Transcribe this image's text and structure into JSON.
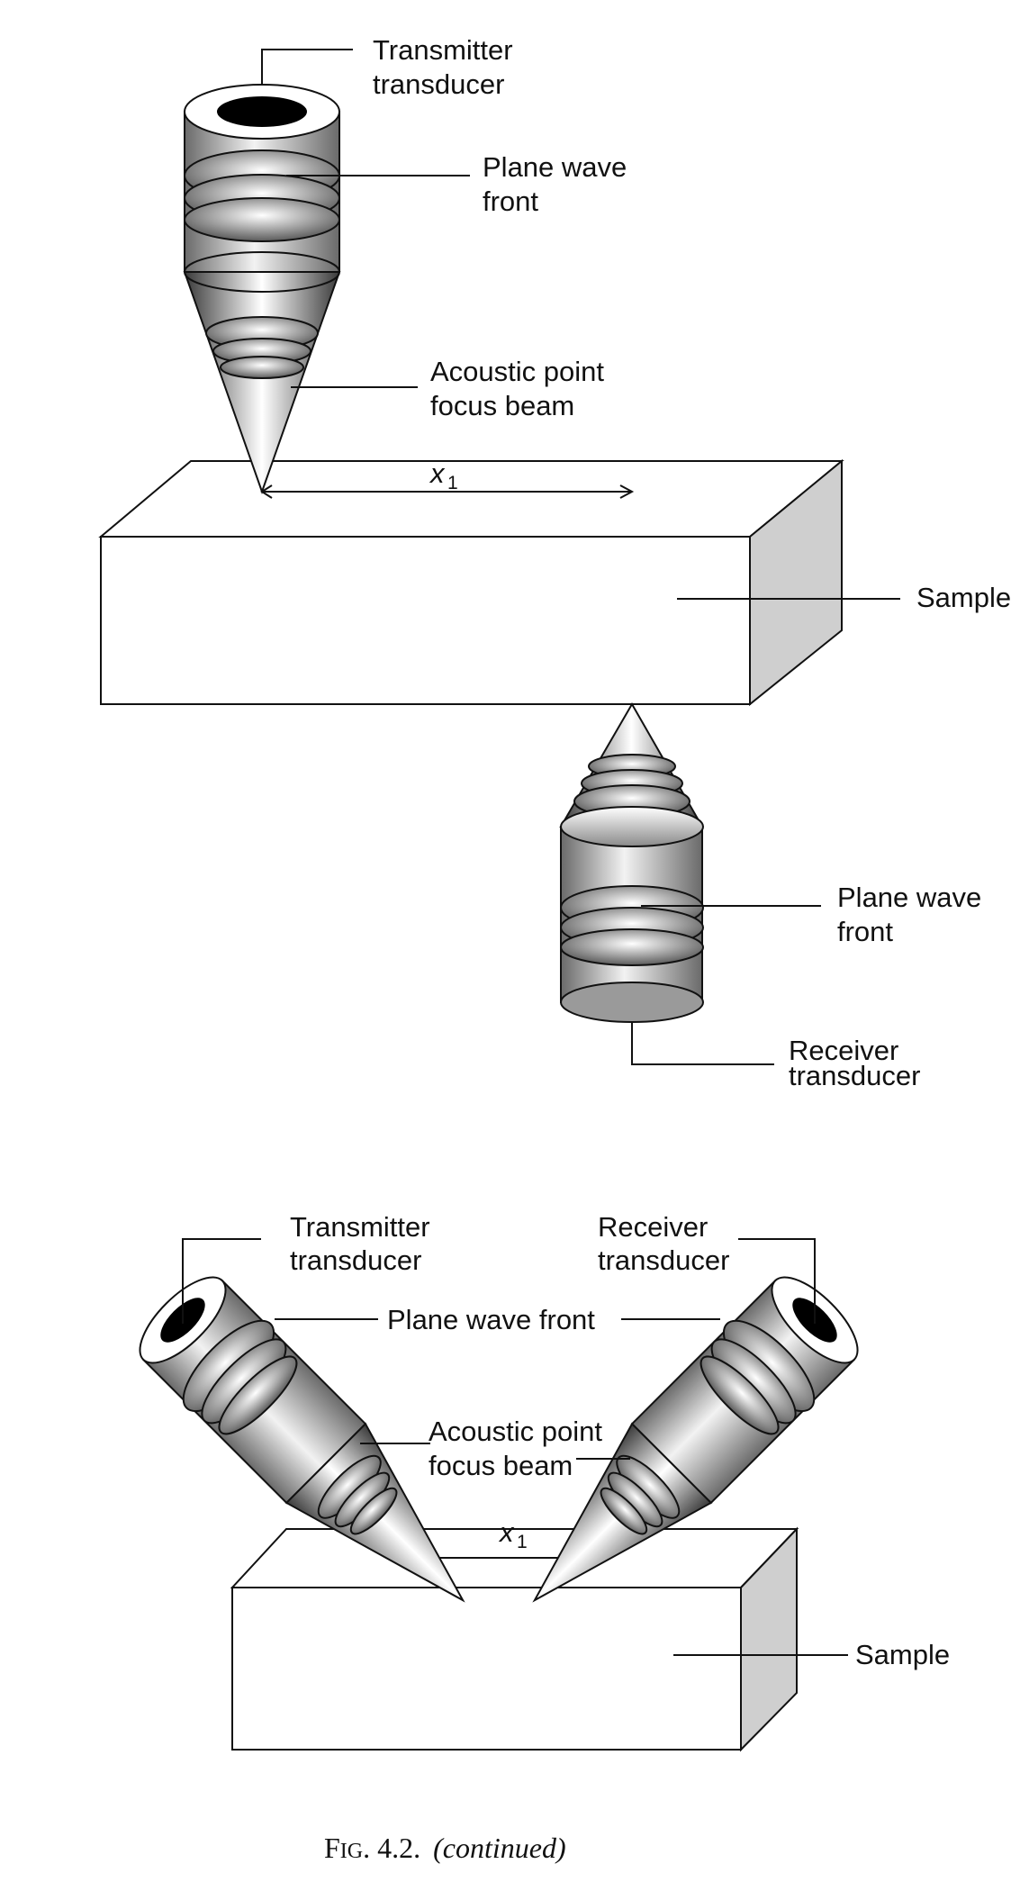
{
  "top_diagram": {
    "transmitter_label": [
      "Transmitter",
      "transducer"
    ],
    "plane_wave_label": [
      "Plane wave",
      "front"
    ],
    "acoustic_label": [
      "Acoustic point",
      "focus  beam"
    ],
    "distance_symbol": "x",
    "distance_subscript": "1",
    "sample_label": "Sample",
    "plane_wave_label_2": [
      "Plane wave",
      "front"
    ],
    "receiver_label": [
      "Receiver",
      "transducer"
    ]
  },
  "bottom_diagram": {
    "transmitter_label": [
      "Transmitter",
      "transducer"
    ],
    "receiver_label": [
      "Receiver",
      "transducer"
    ],
    "plane_wave_label": "Plane wave front",
    "acoustic_label": [
      "Acoustic point",
      "focus  beam"
    ],
    "distance_symbol": "x",
    "distance_subscript": "1",
    "sample_label": "Sample"
  },
  "caption": {
    "prefix": "F",
    "prefix_small": "IG",
    "number": ". 4.2.",
    "note": "(continued)"
  },
  "colors": {
    "face": "#ffffff",
    "side": "#cfcfcf",
    "ink": "#111111"
  }
}
